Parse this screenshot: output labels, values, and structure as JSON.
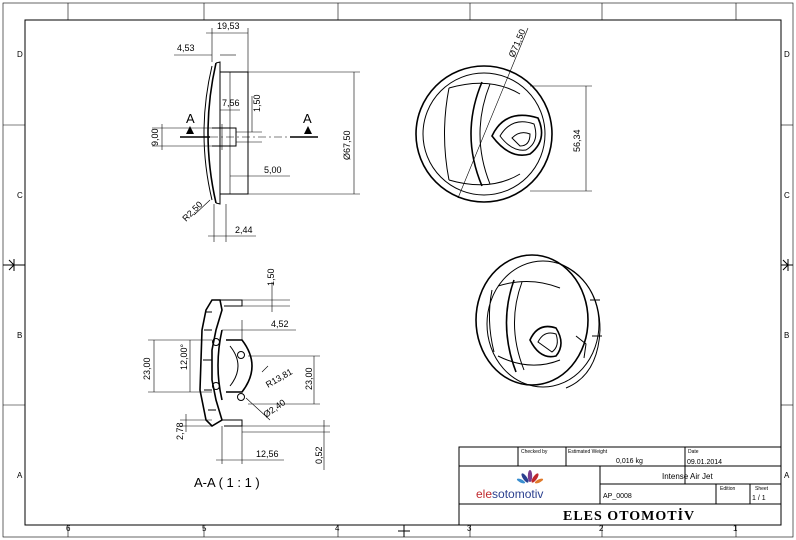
{
  "zones": {
    "top": [
      "6",
      "5",
      "4",
      "3",
      "2",
      "1"
    ],
    "side": [
      "D",
      "C",
      "B",
      "A"
    ]
  },
  "dimensions": {
    "side_view": {
      "d_19_53": "19,53",
      "d_4_53": "4,53",
      "d_7_56": "7,56",
      "d_1_50": "1,50",
      "d_9_00": "9,00",
      "d_67_50": "Ø67,50",
      "d_5_00": "5,00",
      "d_r2_50": "R2,50",
      "d_2_44": "2,44",
      "section_a_left": "A",
      "section_a_right": "A"
    },
    "front_view": {
      "d_71_50": "Ø71,50",
      "d_56_34": "56,34"
    },
    "section_view": {
      "d_1_50": "1,50",
      "d_4_52": "4,52",
      "d_23_00_left": "23,00",
      "d_12_00": "12,00°",
      "d_23_00_right": "23,00",
      "d_r13_81": "R13,81",
      "d_2_40": "Ø2,40",
      "d_2_78": "2,78",
      "d_12_56": "12,56",
      "d_0_52": "0,52",
      "caption": "A-A ( 1 : 1 )"
    }
  },
  "title_block": {
    "checked_by_label": "Checked by",
    "weight_label": "Estimated Weight",
    "weight_value": "0,016 kg",
    "date_label": "Date",
    "date_value": "09.01.2014",
    "title": "Intense Air Jet",
    "part_no": "AP_0008",
    "edition_label": "Edition",
    "sheet_label": "Sheet",
    "sheet_value": "1 / 1",
    "logo_prefix": "ele",
    "logo_suffix": "sotomotiv",
    "brand": "ELES OTOMOTİV"
  },
  "colors": {
    "logo_red": "#c0282d",
    "logo_blue": "#2a3f8f",
    "logo_petal_purple": "#7a3c8c"
  }
}
